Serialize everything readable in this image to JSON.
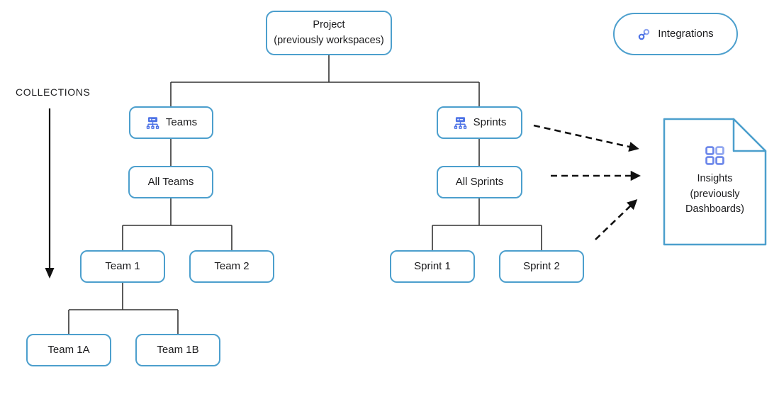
{
  "colors": {
    "box_border": "#4c9fcd",
    "box_fill": "#ffffff",
    "text": "#1c1c1e",
    "connector": "#333333",
    "arrow": "#111111",
    "icon_blue": "#4e73e6",
    "icon_blue_light": "#8fa5f0"
  },
  "collections_label": "COLLECTIONS",
  "nodes": {
    "project": {
      "line1": "Project",
      "line2": "(previously workspaces)"
    },
    "integrations": {
      "label": "Integrations"
    },
    "teams": {
      "label": "Teams"
    },
    "sprints": {
      "label": "Sprints"
    },
    "all_teams": {
      "label": "All Teams"
    },
    "all_sprints": {
      "label": "All Sprints"
    },
    "team_1": {
      "label": "Team 1"
    },
    "team_2": {
      "label": "Team 2"
    },
    "sprint_1": {
      "label": "Sprint 1"
    },
    "sprint_2": {
      "label": "Sprint 2"
    },
    "team_1a": {
      "label": "Team 1A"
    },
    "team_1b": {
      "label": "Team 1B"
    },
    "insights": {
      "line1": "Insights",
      "line2": "(previously",
      "line3": "Dashboards)"
    }
  },
  "icons": {
    "teams": "org-chart-icon",
    "sprints": "org-chart-icon",
    "insights": "grid-icon",
    "integrations": "link-icon"
  }
}
